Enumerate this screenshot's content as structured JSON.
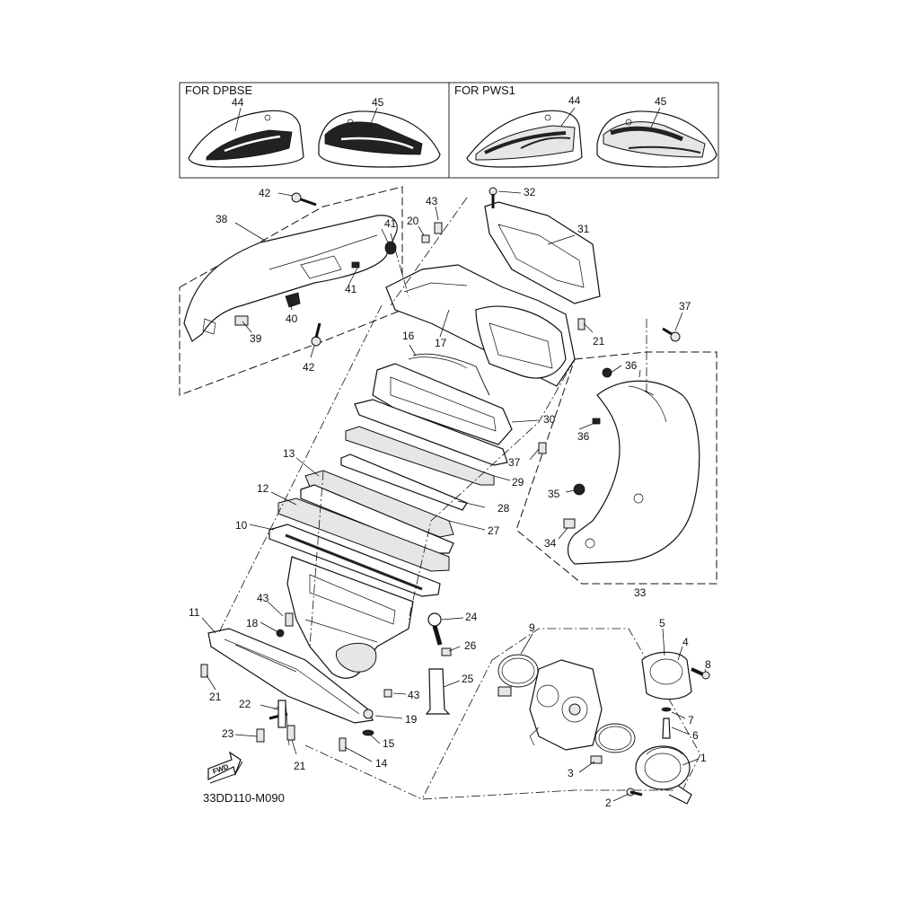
{
  "diagram_code": "33DD110-M090",
  "fwd_label": "FWD",
  "panels": {
    "left_title": "FOR DPBSE",
    "right_title": "FOR PWS1"
  },
  "callouts": [
    {
      "id": "p44a",
      "text": "44"
    },
    {
      "id": "p45a",
      "text": "45"
    },
    {
      "id": "p44b",
      "text": "44"
    },
    {
      "id": "p45b",
      "text": "45"
    },
    {
      "id": "p42a",
      "text": "42"
    },
    {
      "id": "p38",
      "text": "38"
    },
    {
      "id": "p43a",
      "text": "43"
    },
    {
      "id": "p20",
      "text": "20"
    },
    {
      "id": "p32",
      "text": "32"
    },
    {
      "id": "p31",
      "text": "31"
    },
    {
      "id": "p41a",
      "text": "41"
    },
    {
      "id": "p41b",
      "text": "41"
    },
    {
      "id": "p40",
      "text": "40"
    },
    {
      "id": "p39",
      "text": "39"
    },
    {
      "id": "p42b",
      "text": "42"
    },
    {
      "id": "p17",
      "text": "17"
    },
    {
      "id": "p21a",
      "text": "21"
    },
    {
      "id": "p37a",
      "text": "37"
    },
    {
      "id": "p16",
      "text": "16"
    },
    {
      "id": "p36a",
      "text": "36"
    },
    {
      "id": "p30",
      "text": "30"
    },
    {
      "id": "p36b",
      "text": "36"
    },
    {
      "id": "p37b",
      "text": "37"
    },
    {
      "id": "p13",
      "text": "13"
    },
    {
      "id": "p29",
      "text": "29"
    },
    {
      "id": "p12",
      "text": "12"
    },
    {
      "id": "p35",
      "text": "35"
    },
    {
      "id": "p28",
      "text": "28"
    },
    {
      "id": "p10",
      "text": "10"
    },
    {
      "id": "p27",
      "text": "27"
    },
    {
      "id": "p34",
      "text": "34"
    },
    {
      "id": "p33",
      "text": "33"
    },
    {
      "id": "p43b",
      "text": "43"
    },
    {
      "id": "p11",
      "text": "11"
    },
    {
      "id": "p24",
      "text": "24"
    },
    {
      "id": "p18",
      "text": "18"
    },
    {
      "id": "p9",
      "text": "9"
    },
    {
      "id": "p5",
      "text": "5"
    },
    {
      "id": "p4",
      "text": "4"
    },
    {
      "id": "p26",
      "text": "26"
    },
    {
      "id": "p8",
      "text": "8"
    },
    {
      "id": "p21b",
      "text": "21"
    },
    {
      "id": "p25",
      "text": "25"
    },
    {
      "id": "p43c",
      "text": "43"
    },
    {
      "id": "p22",
      "text": "22"
    },
    {
      "id": "p19",
      "text": "19"
    },
    {
      "id": "p7",
      "text": "7"
    },
    {
      "id": "p23",
      "text": "23"
    },
    {
      "id": "p15",
      "text": "15"
    },
    {
      "id": "p6",
      "text": "6"
    },
    {
      "id": "p1",
      "text": "1"
    },
    {
      "id": "p21c",
      "text": "21"
    },
    {
      "id": "p14",
      "text": "14"
    },
    {
      "id": "p3",
      "text": "3"
    },
    {
      "id": "p2",
      "text": "2"
    }
  ]
}
